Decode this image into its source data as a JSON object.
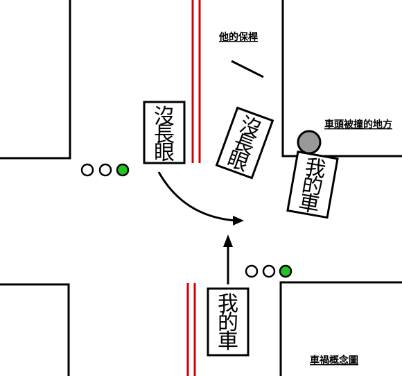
{
  "labels": {
    "car_other_a": [
      "沒",
      "長",
      "眼"
    ],
    "car_other_b": [
      "沒",
      "長",
      "眼"
    ],
    "car_mine_a": [
      "我",
      "的",
      "車"
    ],
    "car_mine_b": [
      "我",
      "的",
      "車"
    ],
    "their_bumper": "他的保桿",
    "my_bumper_dent": "車頭被撞的地方",
    "street_sign": "車禍概念圖"
  },
  "colors": {
    "road_line": "#000000",
    "center_line": "#d40000",
    "traffic_green": "#22c322",
    "impact_gray": "#999999"
  },
  "icons": {
    "traffic_light": "three-lamp-signal",
    "arrow": "direction-arrow"
  }
}
